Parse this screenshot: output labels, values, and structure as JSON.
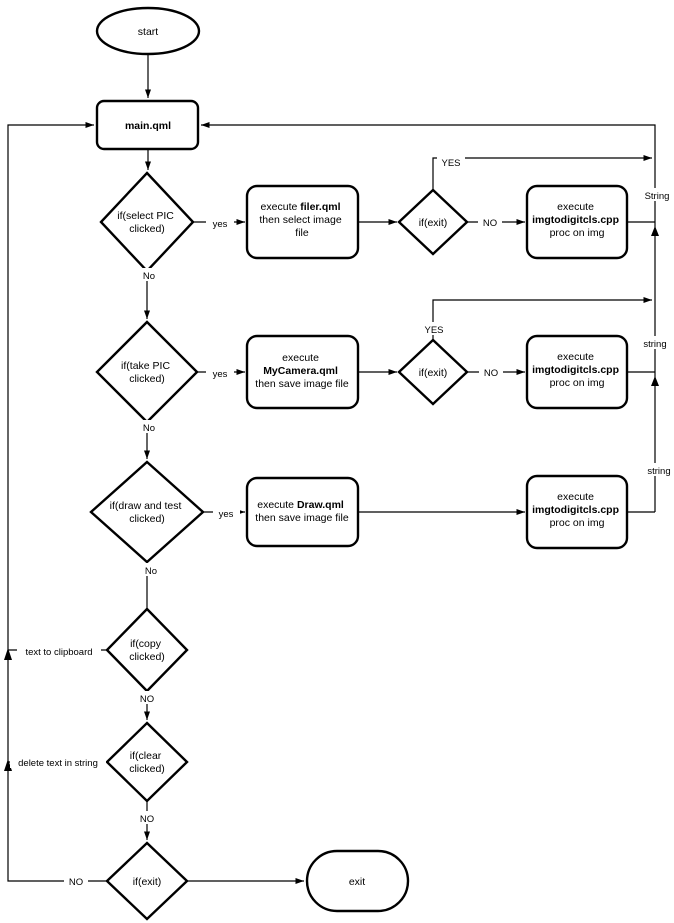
{
  "nodes": {
    "start": {
      "label": "start"
    },
    "main": {
      "label": "main.qml"
    },
    "select_pic": {
      "line1": "if(select PIC",
      "line2": "clicked)"
    },
    "filer": {
      "line1_prefix": "execute ",
      "line1_bold": "filer.qml",
      "line2": "then select image",
      "line3": "file"
    },
    "exit_check_1": {
      "label": "if(exit)"
    },
    "img_proc_1": {
      "line1": "execute",
      "line2": "imgtodigitcls.cpp",
      "line3": "proc on img"
    },
    "take_pic": {
      "line1": "if(take PIC",
      "line2": "clicked)"
    },
    "mycamera": {
      "line1": "execute",
      "line2_bold": "MyCamera.qml",
      "line3": "then save image file"
    },
    "exit_check_2": {
      "label": "if(exit)"
    },
    "img_proc_2": {
      "line1": "execute",
      "line2": "imgtodigitcls.cpp",
      "line3": "proc on img"
    },
    "draw_test": {
      "line1": "if(draw and test",
      "line2": "clicked)"
    },
    "draw": {
      "line1_prefix": "execute ",
      "line1_bold": "Draw.qml",
      "line2": "then save image file"
    },
    "img_proc_3": {
      "line1": "execute",
      "line2": "imgtodigitcls.cpp",
      "line3": "proc on img"
    },
    "copy_check": {
      "line1": "if(copy",
      "line2": "clicked)"
    },
    "clear_check": {
      "line1": "if(clear",
      "line2": "clicked)"
    },
    "exit_check_3": {
      "label": "if(exit)"
    },
    "exit": {
      "label": "exit"
    }
  },
  "edge_labels": {
    "yes1": "yes",
    "no1": "No",
    "exit1_yes": "YES",
    "exit1_no": "NO",
    "string1": "String",
    "yes2": "yes",
    "no2": "No",
    "exit2_yes": "YES",
    "exit2_no": "NO",
    "string2": "string",
    "yes3": "yes",
    "no3": "No",
    "string3": "string",
    "copy_action": "text to clipboard",
    "copy_no": "NO",
    "clear_action": "delete text in string",
    "clear_no": "NO",
    "exit3_no": "NO"
  },
  "colors": {
    "stroke": "#000000",
    "fill": "#ffffff",
    "background": "#ffffff"
  }
}
